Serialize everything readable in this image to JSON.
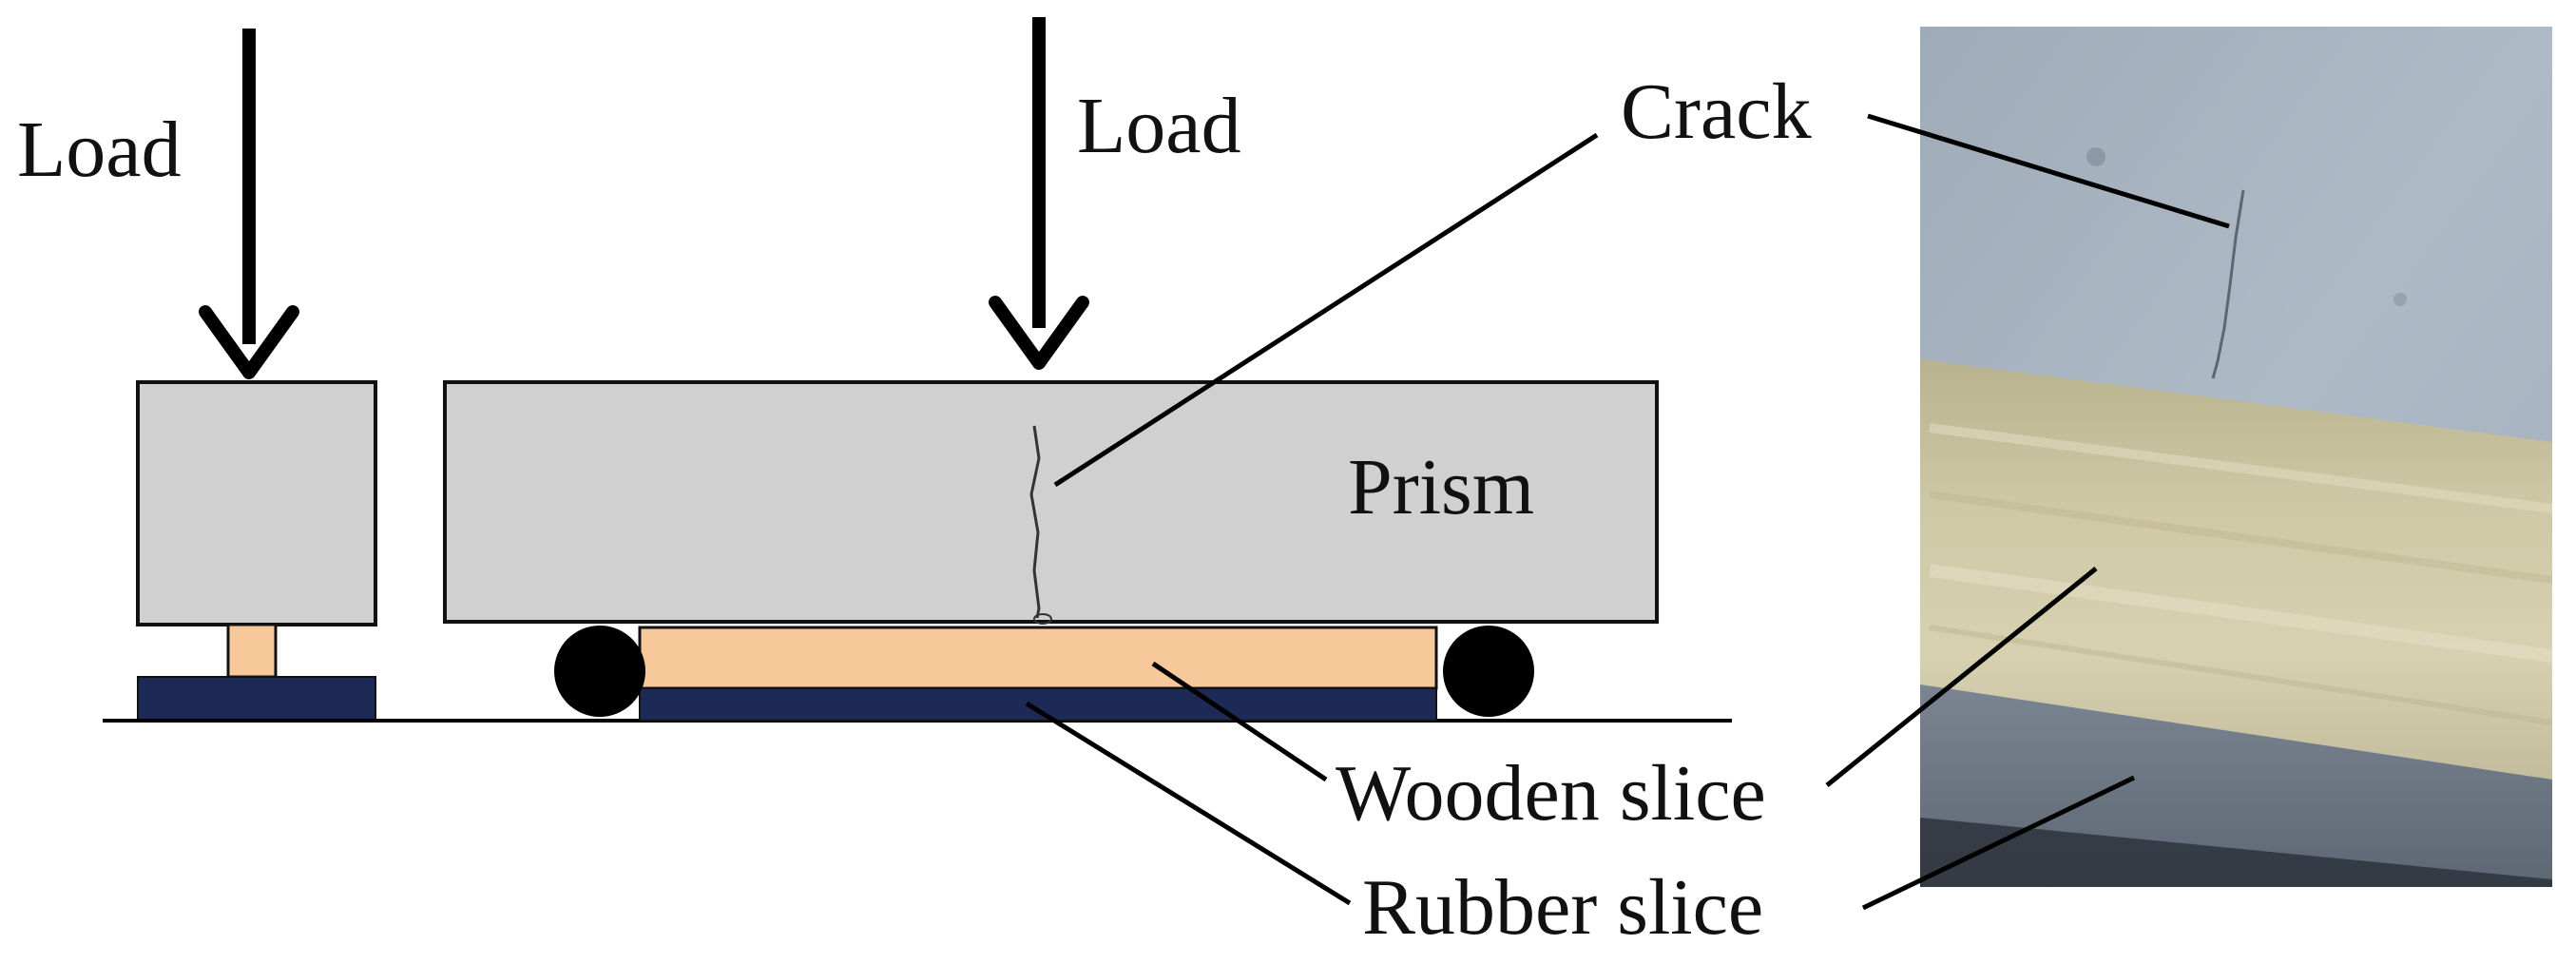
{
  "labels": {
    "load_left": "Load",
    "load_center": "Load",
    "crack": "Crack",
    "prism": "Prism",
    "wooden_slice": "Wooden slice",
    "rubber_slice": "Rubber slice"
  },
  "colors": {
    "prism_fill": "#d0d0d0",
    "prism_stroke": "#111111",
    "wooden_slice": "#f7c99a",
    "rubber_slice": "#1c2a55",
    "roller": "#000000",
    "arrow": "#000000",
    "photo_concrete": "#a7b3bf",
    "photo_wood": "#c9c2a0",
    "photo_rubber": "#6f7a86"
  }
}
